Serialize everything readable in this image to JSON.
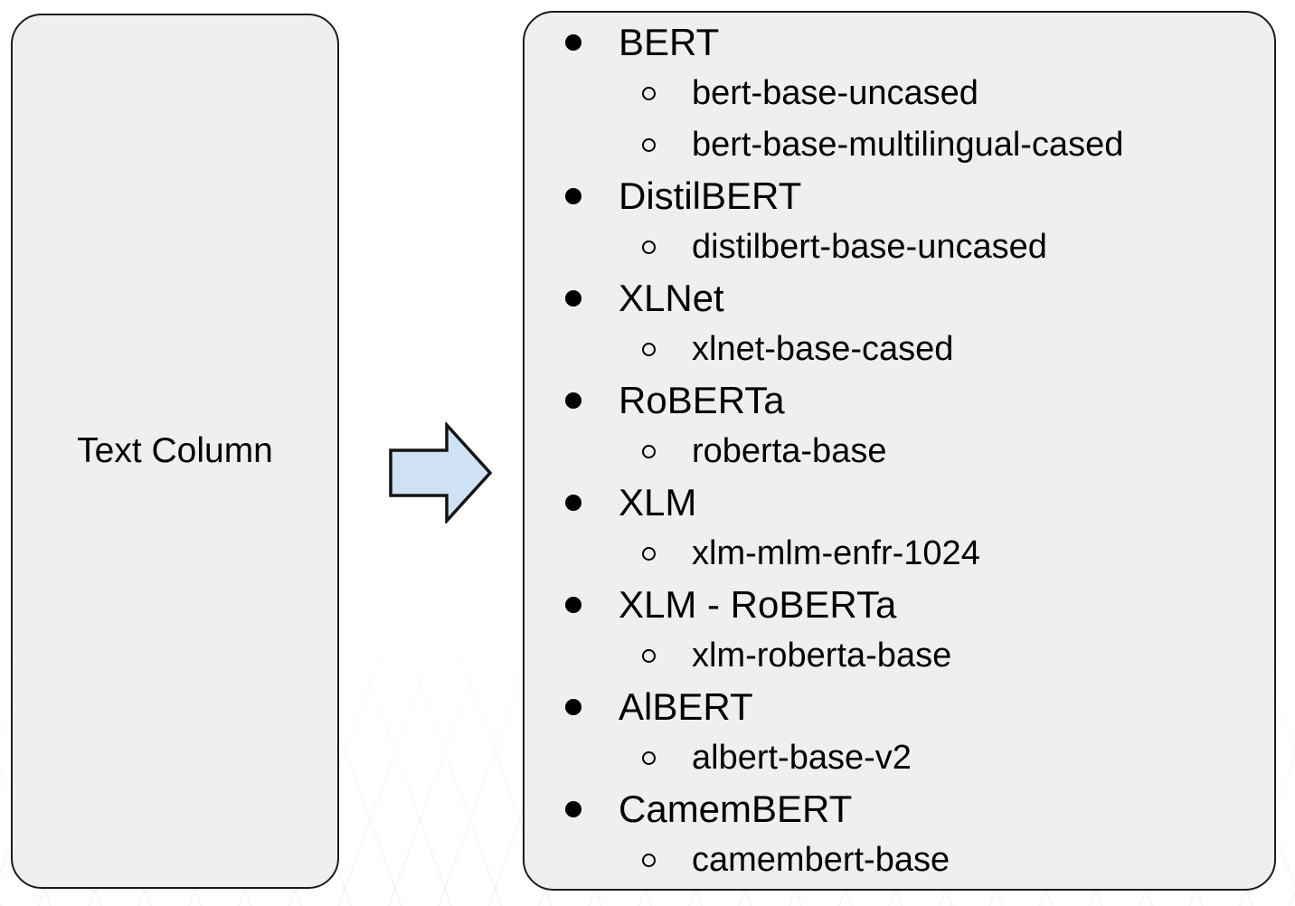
{
  "diagram": {
    "colors": {
      "background": "#ffffff",
      "box_fill": "#efefef",
      "box_border": "#1c1c1c",
      "arrow_fill": "#cfe2f3",
      "arrow_border": "#141414",
      "text": "#000000"
    },
    "left_box": {
      "label": "Text Column"
    },
    "arrow": {
      "direction": "right"
    },
    "right_box": {
      "models": [
        {
          "name": "BERT",
          "variants": [
            "bert-base-uncased",
            "bert-base-multilingual-cased"
          ]
        },
        {
          "name": "DistilBERT",
          "variants": [
            "distilbert-base-uncased"
          ]
        },
        {
          "name": "XLNet",
          "variants": [
            "xlnet-base-cased"
          ]
        },
        {
          "name": "RoBERTa",
          "variants": [
            "roberta-base"
          ]
        },
        {
          "name": "XLM",
          "variants": [
            "xlm-mlm-enfr-1024"
          ]
        },
        {
          "name": "XLM - RoBERTa",
          "variants": [
            "xlm-roberta-base"
          ]
        },
        {
          "name": "AlBERT",
          "variants": [
            "albert-base-v2"
          ]
        },
        {
          "name": "CamemBERT",
          "variants": [
            "camembert-base"
          ]
        }
      ]
    }
  }
}
